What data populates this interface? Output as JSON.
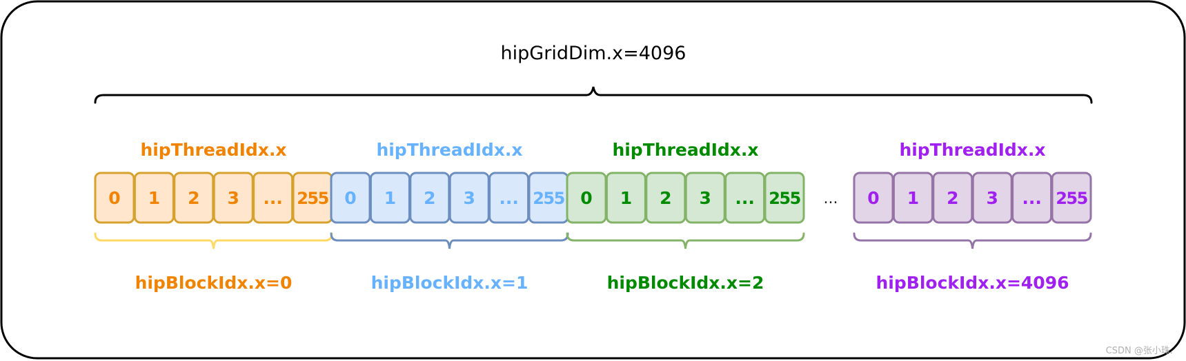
{
  "title": "hipGridDim.x=4096",
  "gap_ellipsis": "...",
  "watermark": "CSDN @张小珠.",
  "blocks": [
    {
      "thread_label": "hipThreadIdx.x",
      "cells": [
        "0",
        "1",
        "2",
        "3",
        "...",
        "255"
      ],
      "block_label": "hipBlockIdx.x=0",
      "colors": {
        "text": "#f08300",
        "fill": "#ffe6cc",
        "stroke": "#d6a12c",
        "brace": "#ffd966"
      }
    },
    {
      "thread_label": "hipThreadIdx.x",
      "cells": [
        "0",
        "1",
        "2",
        "3",
        "...",
        "255"
      ],
      "block_label": "hipBlockIdx.x=1",
      "colors": {
        "text": "#66b2ff",
        "fill": "#dae8fc",
        "stroke": "#6c8ebf",
        "brace": "#6c8ebf"
      }
    },
    {
      "thread_label": "hipThreadIdx.x",
      "cells": [
        "0",
        "1",
        "2",
        "3",
        "...",
        "255"
      ],
      "block_label": "hipBlockIdx.x=2",
      "colors": {
        "text": "#008a00",
        "fill": "#d5e8d4",
        "stroke": "#82b366",
        "brace": "#82b366"
      }
    },
    {
      "thread_label": "hipThreadIdx.x",
      "cells": [
        "0",
        "1",
        "2",
        "3",
        "...",
        "255"
      ],
      "block_label": "hipBlockIdx.x=4096",
      "colors": {
        "text": "#a020f0",
        "fill": "#e1d5e7",
        "stroke": "#9673a6",
        "brace": "#9673a6"
      }
    }
  ]
}
